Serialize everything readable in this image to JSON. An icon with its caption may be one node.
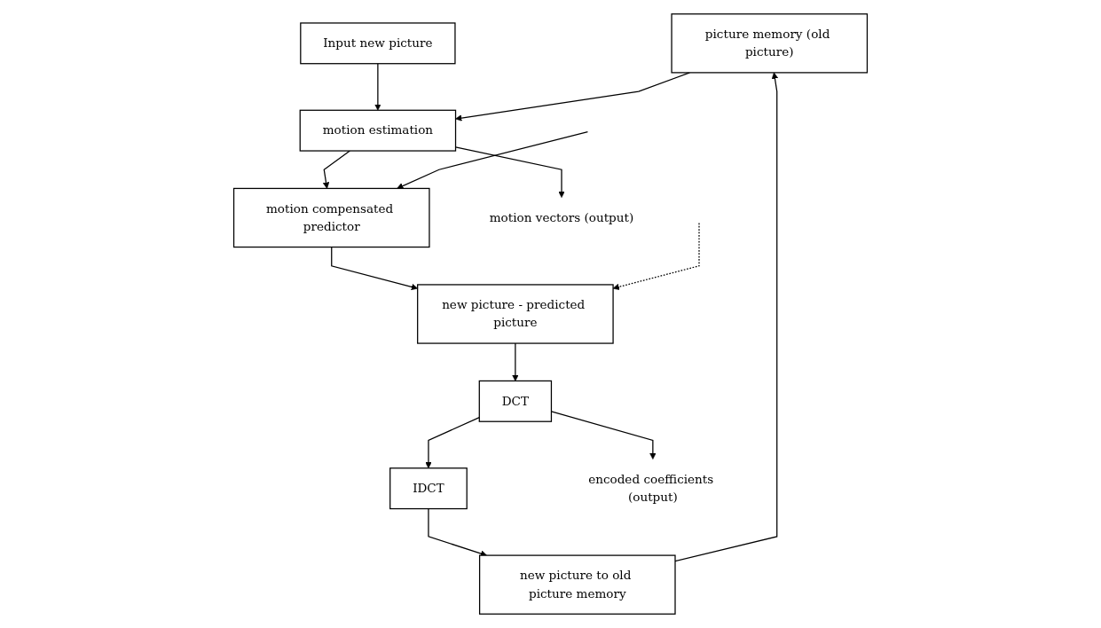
{
  "diagram": {
    "nodes": [
      {
        "text": [
          "Input new picture"
        ]
      },
      {
        "text": [
          "picture memory (old picture)"
        ]
      },
      {
        "text": [
          "motion estimation"
        ]
      },
      {
        "text": [
          "motion compensated predictor"
        ]
      },
      {
        "text": [
          "new picture - predicted picture"
        ]
      },
      {
        "text": [
          "DCT"
        ]
      },
      {
        "text": [
          "IDCT"
        ]
      },
      {
        "text": [
          "new picture to old picture memory"
        ]
      },
      {
        "text": [
          "motion vectors (output)"
        ]
      },
      {
        "text": [
          "encoded coefficients (output)"
        ]
      }
    ],
    "edges": [
      {
        "from": 0,
        "to": 2,
        "arrow": "to"
      },
      {
        "from": 1,
        "to": 2,
        "arrow": "to"
      },
      {
        "from": 2,
        "to": 3,
        "arrow": "to"
      },
      {
        "from": 3,
        "to": 4,
        "arrow": "to"
      },
      {
        "from": 4,
        "to": 5,
        "arrow": "to"
      },
      {
        "from": 5,
        "to": 6,
        "arrow": "to"
      },
      {
        "from": 6,
        "to": 7,
        "arrow": "to"
      },
      {
        "from": 7,
        "to": 1,
        "arrow": "to"
      },
      {
        "from": 2,
        "to": 8,
        "arrow": "to"
      },
      {
        "from": 5,
        "to": 9,
        "arrow": "to"
      },
      {
        "from": null,
        "to": 3,
        "arrow": "to"
      },
      {
        "from": null,
        "to": 4,
        "arrow": "to",
        "style": "dashed"
      }
    ]
  }
}
